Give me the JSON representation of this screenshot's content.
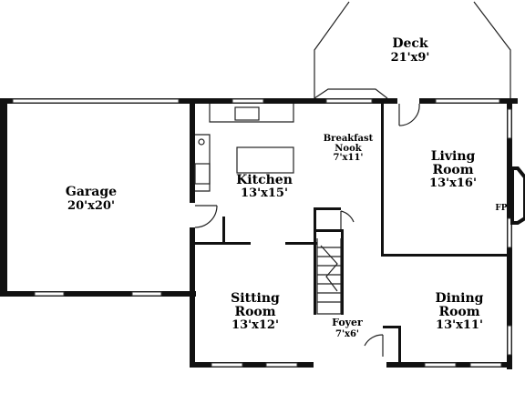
{
  "rooms": {
    "deck": {
      "name": "Deck",
      "size": "21'x9'"
    },
    "breakfast": {
      "name_1": "Breakfast",
      "name_2": "Nook",
      "size": "7'x11'"
    },
    "living": {
      "name_1": "Living",
      "name_2": "Room",
      "size": "13'x16'"
    },
    "fireplace": {
      "label": "FP"
    },
    "garage": {
      "name": "Garage",
      "size": "20'x20'"
    },
    "kitchen": {
      "name": "Kitchen",
      "size": "13'x15'"
    },
    "sitting": {
      "name_1": "Sitting",
      "name_2": "Room",
      "size": "13'x12'"
    },
    "foyer": {
      "name": "Foyer",
      "size": "7'x6'"
    },
    "dining": {
      "name_1": "Dining",
      "name_2": "Room",
      "size": "13'x11'"
    }
  }
}
